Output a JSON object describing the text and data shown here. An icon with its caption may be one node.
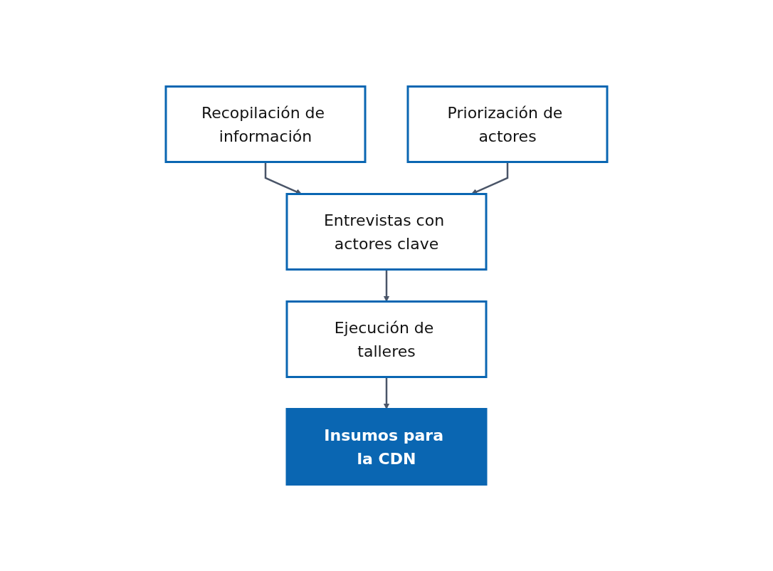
{
  "diagram": {
    "nodes": [
      {
        "text": [
          "Recopilación de información"
        ]
      },
      {
        "text": [
          "Priorización de actores"
        ]
      },
      {
        "text": [
          "Entrevistas con actores clave"
        ]
      },
      {
        "text": [
          "Ejecución de talleres"
        ]
      },
      {
        "text": [
          "Insumos para la CDN"
        ]
      }
    ],
    "edges": [
      {
        "from": 0,
        "to": 2,
        "arrow": "to"
      },
      {
        "from": 1,
        "to": 2,
        "arrow": "to"
      },
      {
        "from": 2,
        "to": 3,
        "arrow": "to"
      },
      {
        "from": 3,
        "to": 4,
        "arrow": "to"
      }
    ]
  }
}
